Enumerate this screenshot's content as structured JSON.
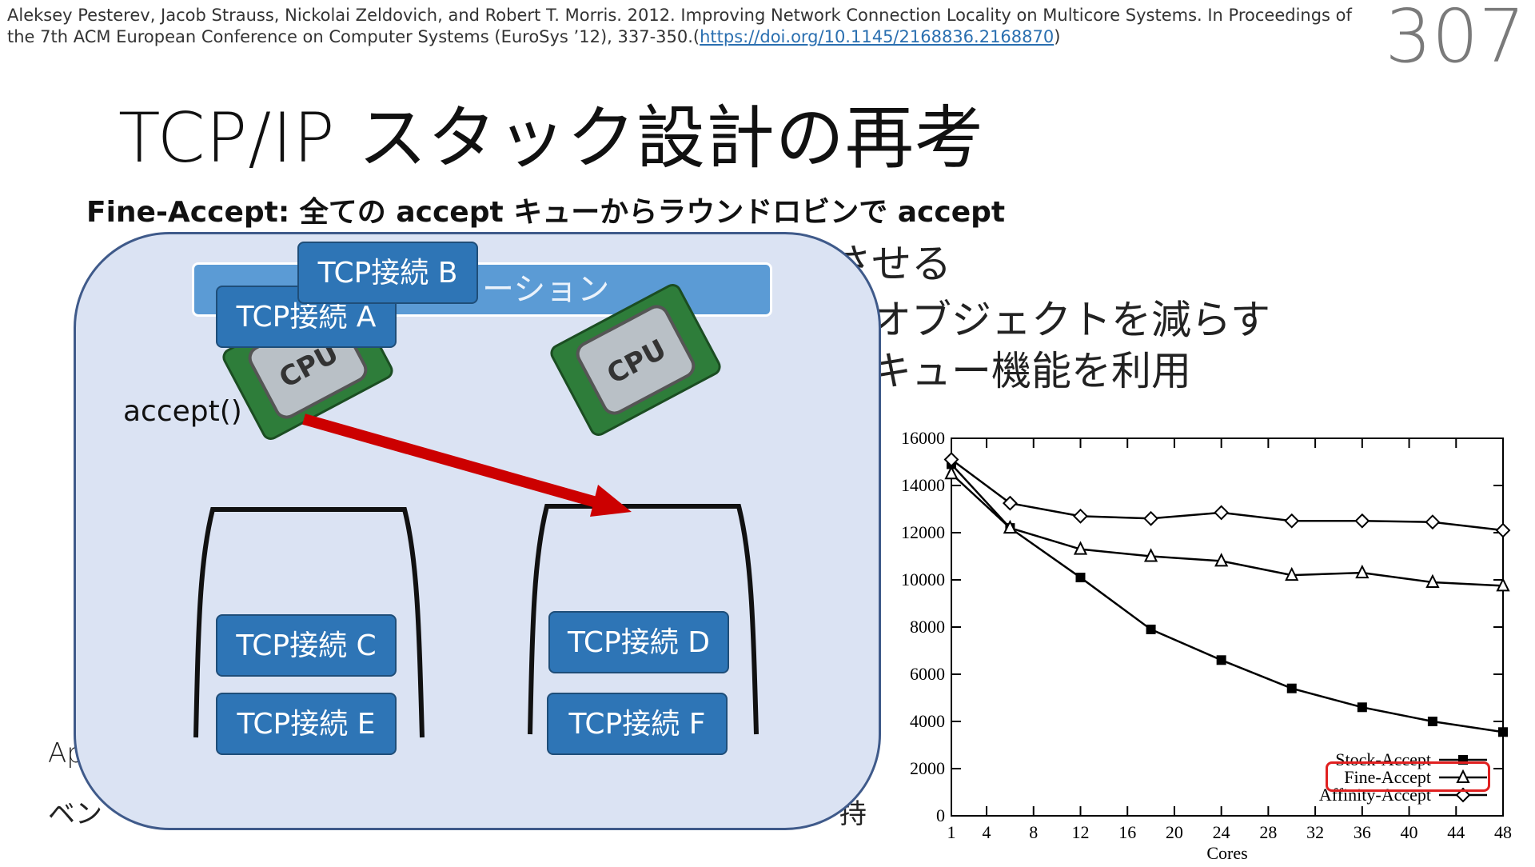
{
  "citation": {
    "text": "Aleksey Pesterev, Jacob Strauss, Nickolai Zeldovich, and Robert T. Morris. 2012. Improving Network Connection Locality on Multicore Systems. In Proceedings of the 7th ACM European Conference on Computer Systems (EuroSys ’12), 337-350.(",
    "link": "https://doi.org/10.1145/2168836.2168870",
    "suffix": ")"
  },
  "page_number": "307",
  "title": "TCP/IP スタック設計の再考",
  "subtitle": "Fine-Accept: 全ての accept キューからラウンドロビンで accept",
  "background_fragments": {
    "line1": "させる",
    "line2": "オブジェクトを減らす",
    "line3": "キュー機能を利用",
    "left_bottom1": "Ap",
    "left_bottom2": "ベン",
    "right_bottom": "持"
  },
  "diagram": {
    "app_label": "ーション",
    "accept_call": "accept()",
    "connections": {
      "a": "TCP接続 A",
      "b": "TCP接続 B",
      "c": "TCP接続 C",
      "d": "TCP接続 D",
      "e": "TCP接続 E",
      "f": "TCP接続 F"
    },
    "cpu_label": "CPU",
    "colors": {
      "panel": "#dbe3f3",
      "app_bar": "#5b9bd5",
      "tcp_box": "#2e75b6",
      "arrow": "#cc0000"
    }
  },
  "chart_data": {
    "type": "line",
    "x": [
      1,
      6,
      12,
      18,
      24,
      30,
      36,
      42,
      48
    ],
    "xlabel": "Cores",
    "xticks": [
      1,
      4,
      8,
      12,
      16,
      20,
      24,
      28,
      32,
      36,
      40,
      44,
      48
    ],
    "ylim": [
      0,
      16000
    ],
    "yticks": [
      0,
      2000,
      4000,
      6000,
      8000,
      10000,
      12000,
      14000,
      16000
    ],
    "legend_position": "bottom-right",
    "highlighted_series": "Fine-Accept",
    "series": [
      {
        "name": "Stock-Accept",
        "marker": "square",
        "values": [
          14900,
          12200,
          10100,
          7900,
          6600,
          5400,
          4600,
          4000,
          3550
        ]
      },
      {
        "name": "Fine-Accept",
        "marker": "triangle",
        "values": [
          14500,
          12200,
          11300,
          11000,
          10800,
          10200,
          10300,
          9900,
          9750
        ]
      },
      {
        "name": "Affinity-Accept",
        "marker": "diamond",
        "values": [
          15100,
          13250,
          12700,
          12600,
          12850,
          12500,
          12500,
          12450,
          12100
        ]
      }
    ]
  }
}
